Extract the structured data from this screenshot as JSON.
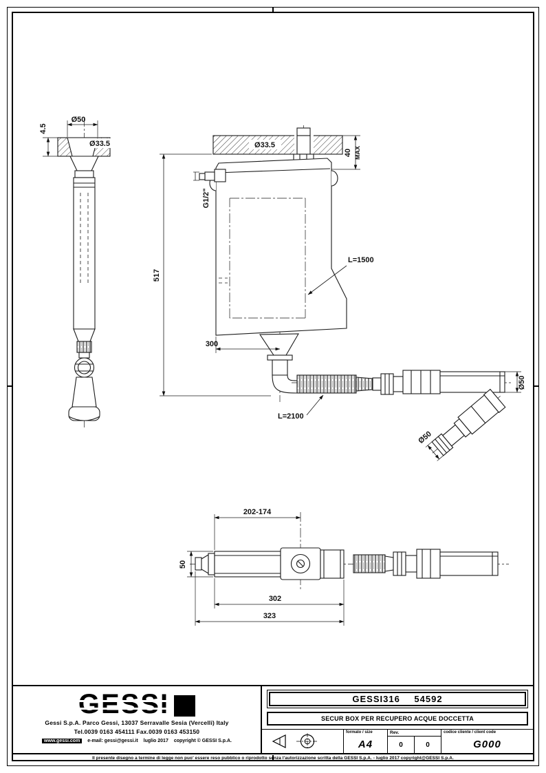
{
  "dims": {
    "left_thickness": "4.5",
    "left_flange_dia": "Ø50",
    "left_hole_dia": "Ø33.5",
    "tank_hole_dia": "Ø33.5",
    "recess_depth": "40",
    "recess_depth_suffix": "MAX",
    "inlet_thread": "G1/2\"",
    "tank_height": "517",
    "hose_length_inlet": "L=1500",
    "drain_offset": "300",
    "hose_length_drain": "L=2100",
    "pipe_dia": "Ø50",
    "elbow_dia": "Ø50",
    "body_adjust_range": "202-174",
    "body_dia": "50",
    "body_length": "302",
    "body_total_length": "323"
  },
  "title_block": {
    "logo_text": "GESSI",
    "part_code": "GESSI316 54592",
    "description": "SECUR BOX PER RECUPERO ACQUE DOCCETTA",
    "address": "Gessi S.p.A. Parco Gessi, 13037 Serravalle Sesia (Vercelli) Italy",
    "phone": "Tel.0039 0163 454111 Fax.0039 0163 453150",
    "web": "www.gessi.com",
    "email": "e-mail: gessi@gessi.it",
    "date": "luglio 2017",
    "copyright": "copyright © GESSI S.p.A.",
    "size_label": "formato / size",
    "size_value": "A4",
    "rev_label": "Rev.",
    "rev_value_1": "0",
    "rev_value_2": "0",
    "client_code_label": "codice cliente / client code",
    "client_code_value": "G000"
  },
  "icons": {
    "projection_symbol": "first-angle-projection"
  },
  "footer_note": "Il presente disegno a termine di legge non puo' essere reso pubblico o riprodotto senza l'autorizzazione scritta della GESSI S.p.A. - luglio 2017  copyright@GESSI S.p.A."
}
